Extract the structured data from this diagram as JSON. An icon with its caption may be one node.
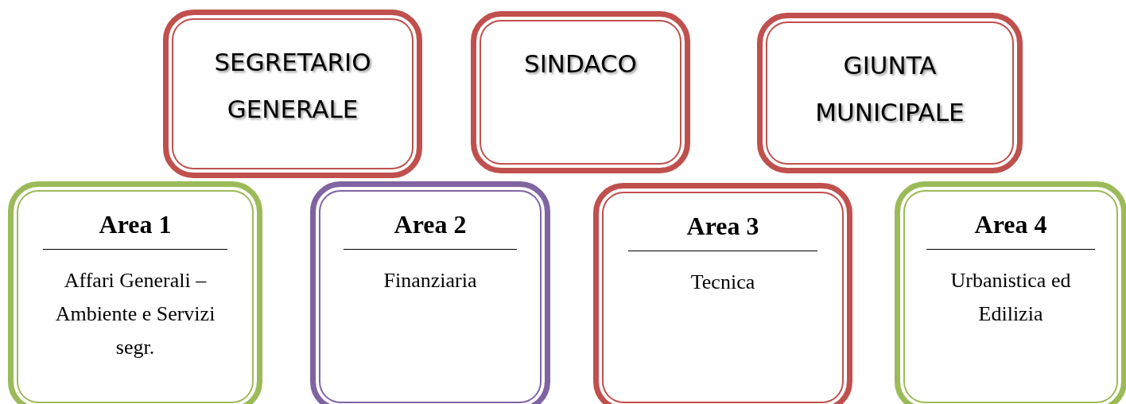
{
  "diagram": {
    "nodes": [
      {
        "text": [
          "SEGRETARIO GENERALE"
        ]
      },
      {
        "text": [
          "SINDACO"
        ]
      },
      {
        "text": [
          "GIUNTA MUNICIPALE"
        ]
      },
      {
        "text": [
          "Area 1",
          "Affari Generali – Ambiente e Servizi segr."
        ]
      },
      {
        "text": [
          "Area 2",
          "Finanziaria"
        ]
      },
      {
        "text": [
          "Area 3",
          "Tecnica"
        ]
      },
      {
        "text": [
          "Area 4",
          "Urbanistica ed Edilizia"
        ]
      }
    ],
    "edges": []
  }
}
